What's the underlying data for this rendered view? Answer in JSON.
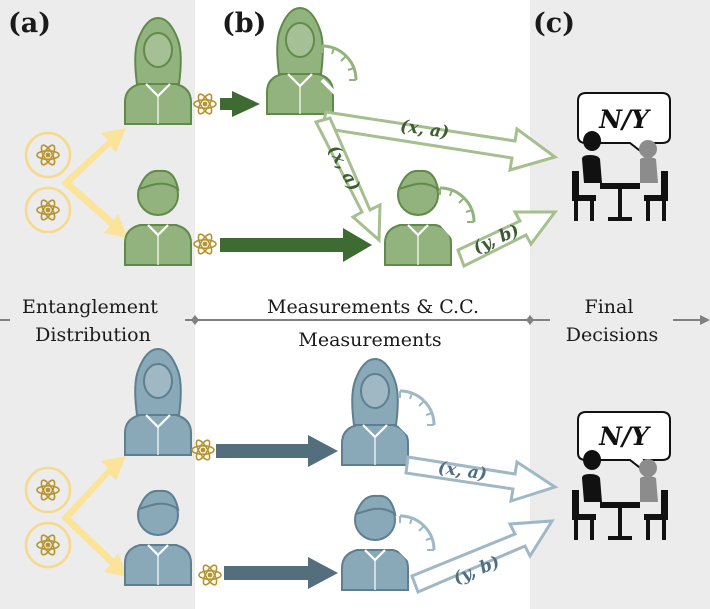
{
  "panels": {
    "a": "(a)",
    "b": "(b)",
    "c": "(c)"
  },
  "stages": {
    "left": [
      "Entanglement",
      "Distribution"
    ],
    "middle_top": "Measurements & C.C.",
    "middle_bottom": "Measurements",
    "right": [
      "Final",
      "Decisions"
    ]
  },
  "messages": {
    "alice_to_dealer": "(x, a)",
    "alice_to_bob": "(x, a)",
    "bob_to_dealer": "(y, b)"
  },
  "decision": "N/Y",
  "colors": {
    "green_fill": "#93b37e",
    "green_stroke": "#5f8a4a",
    "green_arrow": "#3e6b32",
    "green_text": "#3d5e34",
    "green_outline_arrow": "#a5bf8e",
    "blue_fill": "#8aa9b8",
    "blue_stroke": "#5d7f90",
    "blue_arrow": "#536f7d",
    "blue_text": "#4f6f80",
    "blue_outline_arrow": "#9fb8c6",
    "source_yellow": "#f6d98a",
    "atom": "#b7932e",
    "shade": "#ececec",
    "axis": "#808080"
  },
  "icons": [
    "person-icon",
    "atom-icon",
    "stopwatch-icon",
    "dealer-table-icon",
    "speech-bubble-icon"
  ]
}
